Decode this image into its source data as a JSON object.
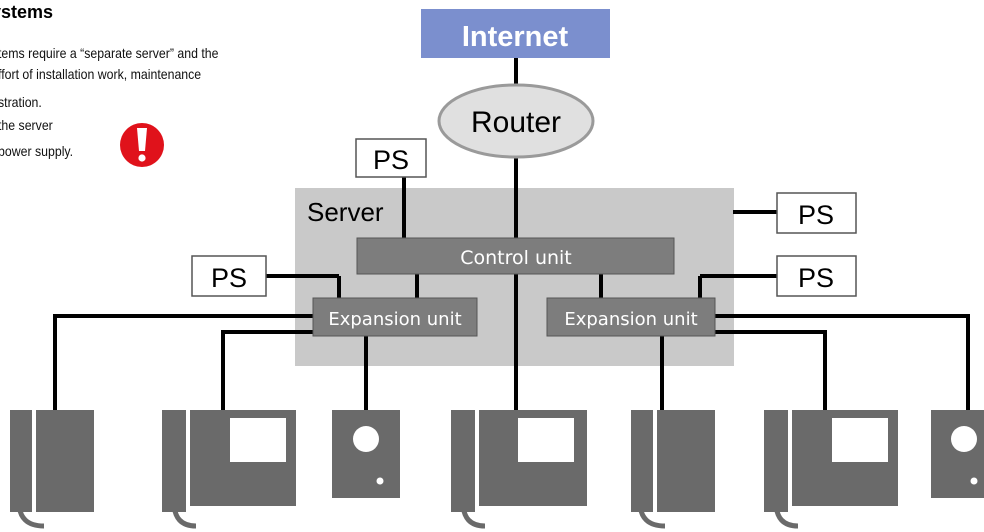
{
  "heading": "ystems",
  "note": {
    "lines": [
      "tems require a “separate server” and the",
      "ffort of installation work, maintenance",
      "stration.",
      "the server",
      "power supply."
    ]
  },
  "labels": {
    "internet": "Internet",
    "router": "Router",
    "server": "Server",
    "control_unit": "Control unit",
    "expansion_unit_left": "Expansion unit",
    "expansion_unit_right": "Expansion unit",
    "ps": "PS"
  },
  "colors": {
    "internet_fill": "#7b8fce",
    "server_fill": "#c9c9c9",
    "unit_fill": "#7d7d7d",
    "router_fill": "#e0e0e0",
    "device_fill": "#6a6a6a",
    "line": "#000000",
    "alert_red": "#e0121b"
  },
  "icons": {
    "alert": "exclamation-icon",
    "devices": [
      "handset-station-icon",
      "video-monitor-station-icon",
      "door-station-icon",
      "video-monitor-station-icon",
      "handset-station-icon",
      "video-monitor-station-icon",
      "door-station-icon"
    ]
  }
}
